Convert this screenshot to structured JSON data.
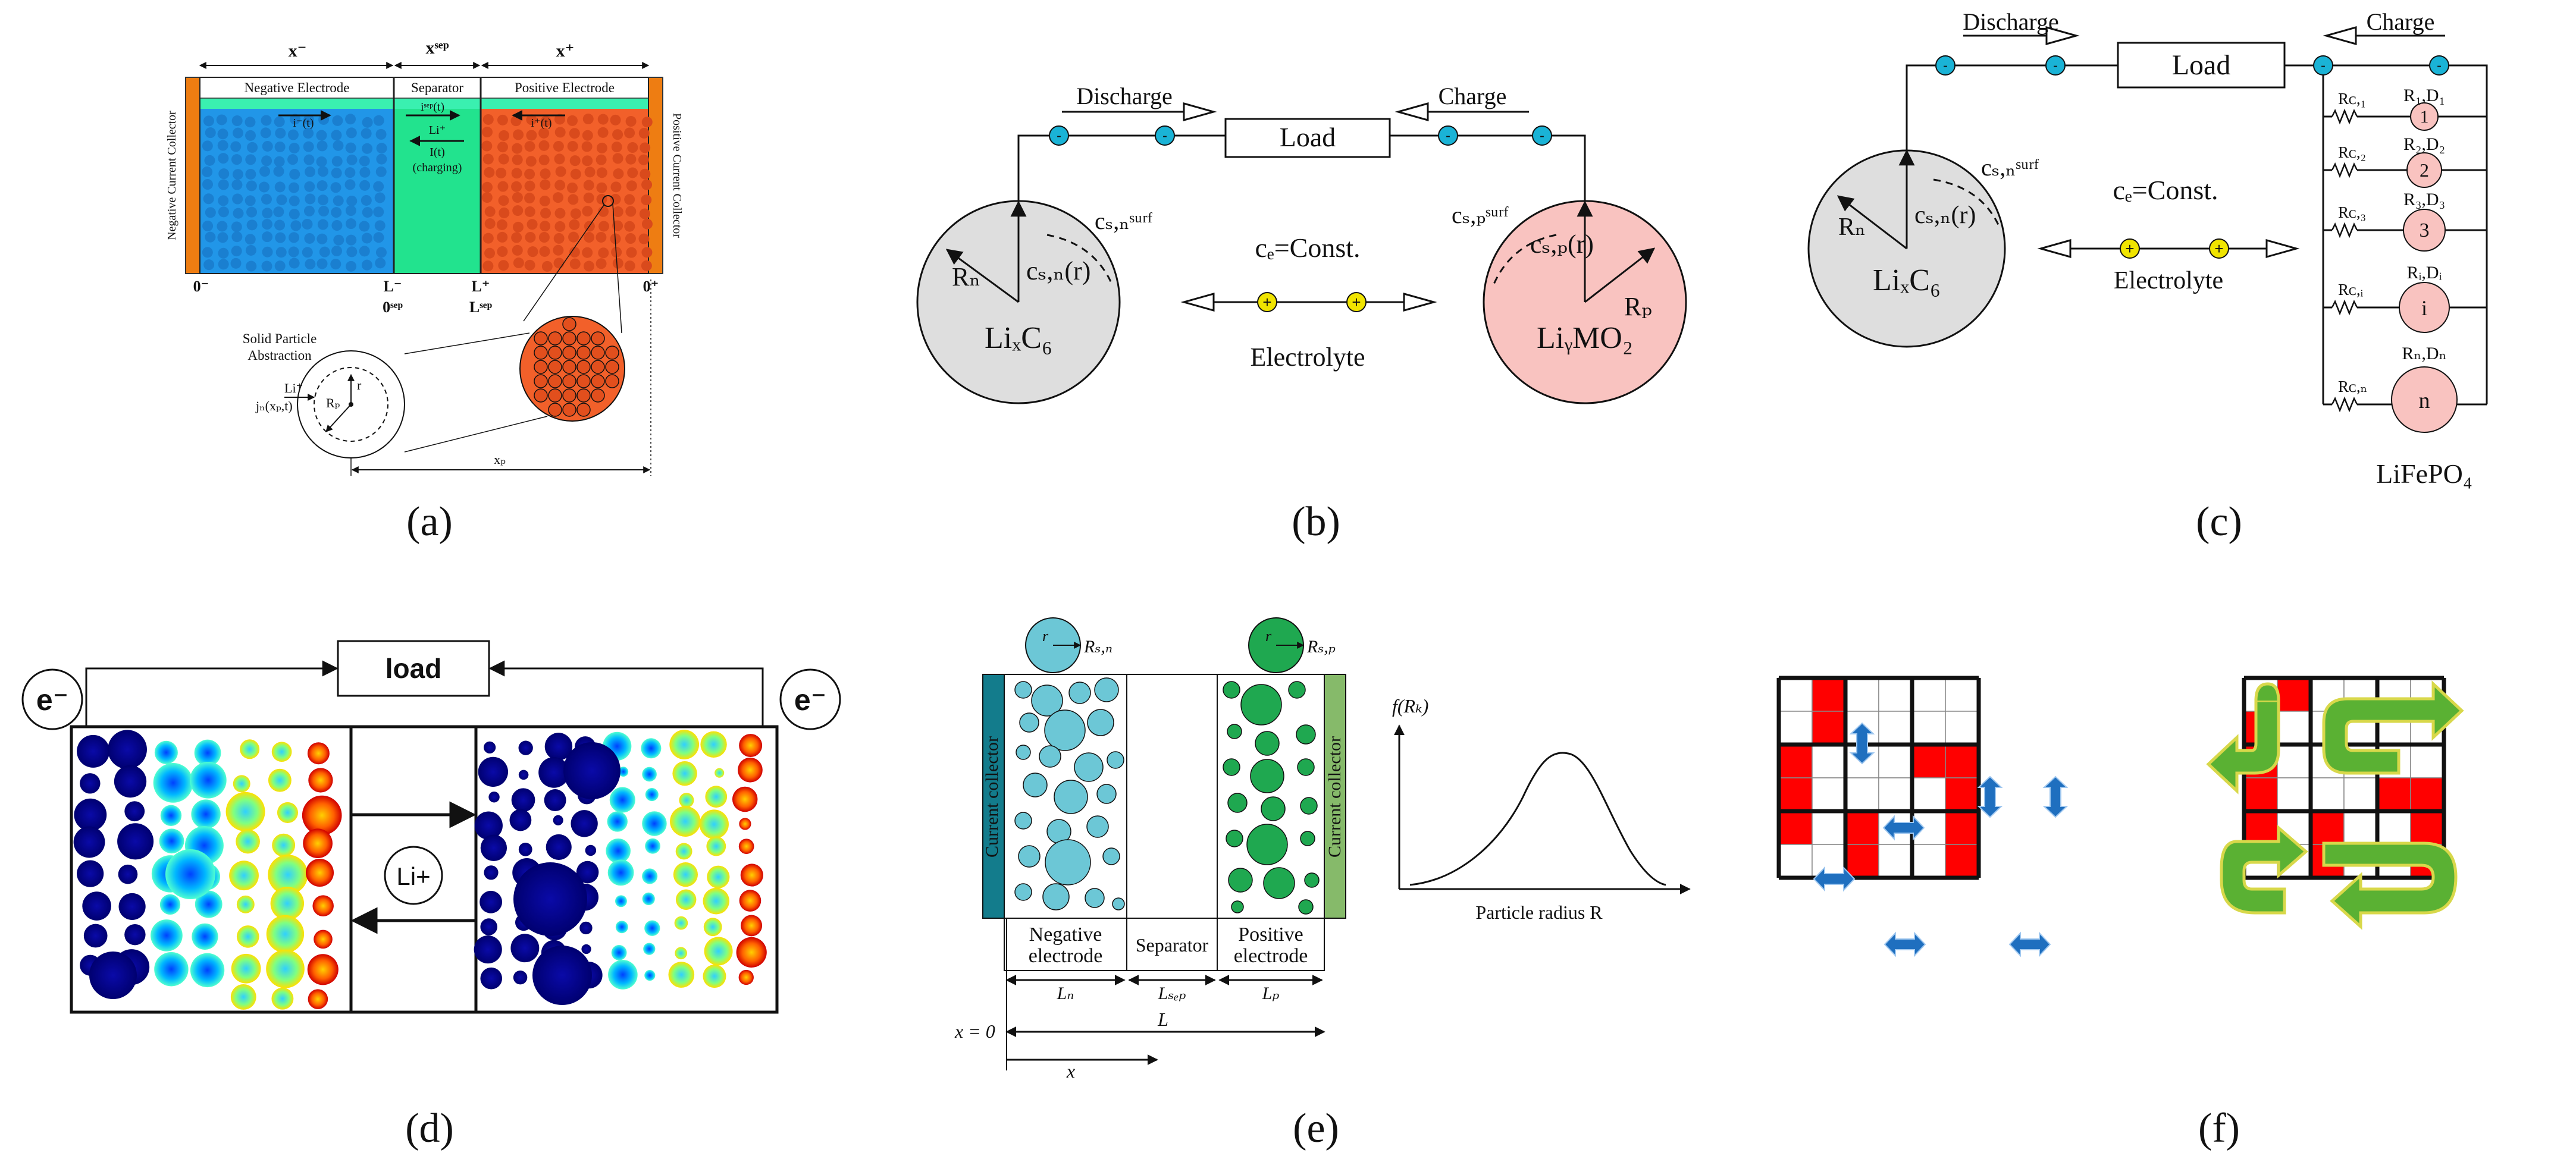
{
  "panels": {
    "a": {
      "caption": "(a)",
      "top_labels": [
        "x⁻",
        "xˢᵉᵖ",
        "x⁺"
      ],
      "region_labels": [
        "Negative Electrode",
        "Separator",
        "Positive Electrode"
      ],
      "left_collector": "Negative Current Collector",
      "right_collector": "Positive Current Collector",
      "current_neg": "i⁻(t)",
      "current_sep": "iˢᵉᵖ(t)",
      "current_pos": "i⁺(t)",
      "sep_text_1": "Li⁺",
      "sep_text_2": "I(t)",
      "sep_text_3": "(charging)",
      "x_marks": [
        "0⁻",
        "L⁻",
        "0ˢᵉᵖ",
        "L⁺",
        "Lˢᵉᵖ",
        "0⁺"
      ],
      "particle_title": "Solid Particle",
      "particle_title_2": "Abstraction",
      "particle_li": "Li⁺",
      "particle_j": "jₙ(xₚ,t)",
      "particle_rp": "Rₚ",
      "particle_r": "r",
      "xp_label": "xₚ",
      "colors": {
        "negative": "#2196e8",
        "separator": "#22e38e",
        "positive": "#f2602a",
        "collector": "#ee7d12",
        "top_band": "#3af0b0"
      }
    },
    "b": {
      "caption": "(b)",
      "discharge": "Discharge",
      "charge": "Charge",
      "load": "Load",
      "neg_label": "LiₓC₆",
      "pos_label": "LiᵧMO₂",
      "rn": "Rₙ",
      "rp": "Rₚ",
      "csn": "cₛ,ₙ(r)",
      "csp": "cₛ,ₚ(r)",
      "csurf_n": "cₛ,ₙˢᵘʳᶠ",
      "csurf_p": "cₛ,ₚˢᵘʳᶠ",
      "ce": "cₑ=Const.",
      "electrolyte": "Electrolyte",
      "colors": {
        "neg_particle": "#dedede",
        "pos_particle": "#f9c3c0",
        "electron": "#1ab3d6",
        "ion": "#f0e400"
      }
    },
    "c": {
      "caption": "(c)",
      "discharge": "Discharge",
      "charge": "Charge",
      "load": "Load",
      "neg_label": "LiₓC₆",
      "rn": "Rₙ",
      "csn": "cₛ,ₙ(r)",
      "csurf_n": "cₛ,ₙˢᵘʳᶠ",
      "ce": "cₑ=Const.",
      "electrolyte": "Electrolyte",
      "branches": [
        {
          "rc": "Rᴄ,₁",
          "rd": "R₁,D₁",
          "id": "1"
        },
        {
          "rc": "Rᴄ,₂",
          "rd": "R₂,D₂",
          "id": "2"
        },
        {
          "rc": "Rᴄ,₃",
          "rd": "R₃,D₃",
          "id": "3"
        },
        {
          "rc": "Rᴄ,ᵢ",
          "rd": "Rᵢ,Dᵢ",
          "id": "i"
        },
        {
          "rc": "Rᴄ,ₙ",
          "rd": "Rₙ,Dₙ",
          "id": "n"
        }
      ],
      "cathode_label": "LiFePO₄"
    },
    "d": {
      "caption": "(d)",
      "load": "load",
      "electron_left": "e⁻",
      "electron_right": "e⁻",
      "ion": "Li+"
    },
    "e": {
      "caption": "(e)",
      "rsn": "Rₛ,ₙ",
      "rsp": "Rₛ,ₚ",
      "r": "r",
      "collector_left": "Current collector",
      "collector_right": "Current collector",
      "neg_electrode_1": "Negative",
      "neg_electrode_2": "electrode",
      "separator": "Separator",
      "pos_electrode_1": "Positive",
      "pos_electrode_2": "electrode",
      "ln": "Lₙ",
      "lsep": "Lₛₑₚ",
      "lp": "Lₚ",
      "x0": "x = 0",
      "L": "L",
      "x": "x",
      "f_label": "f(Rₖ)",
      "radius_label": "Particle radius R",
      "colors": {
        "neg": "#6cc7d6",
        "pos": "#1fa850",
        "collector_left": "#137c8c",
        "collector_right": "#86ba6a"
      }
    },
    "f": {
      "caption": "(f)",
      "colors": {
        "cell": "#ff0000",
        "arrow_blue": "#1f6fbf",
        "arrow_green": "#5ab133",
        "arrow_green_edge": "#d8d84a"
      }
    }
  }
}
